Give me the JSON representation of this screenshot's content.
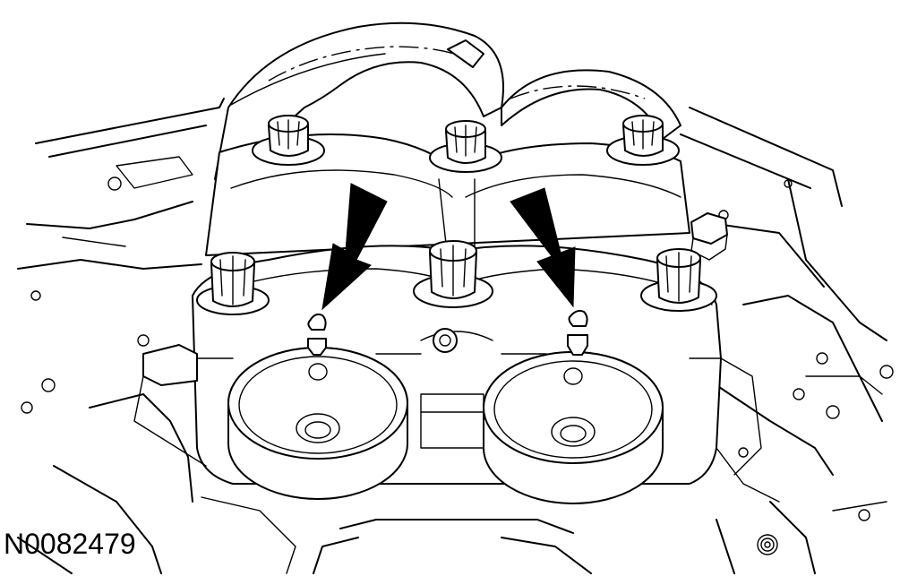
{
  "figure": {
    "id_label": "N0082479",
    "subject": "camshaft-timing-marks",
    "callouts": [
      {
        "name": "left-timing-mark-arrow",
        "points_to": "left-camshaft-timing-mark"
      },
      {
        "name": "right-timing-mark-arrow",
        "points_to": "right-camshaft-timing-mark"
      }
    ],
    "colors": {
      "line": "#000000",
      "background": "#ffffff"
    }
  }
}
